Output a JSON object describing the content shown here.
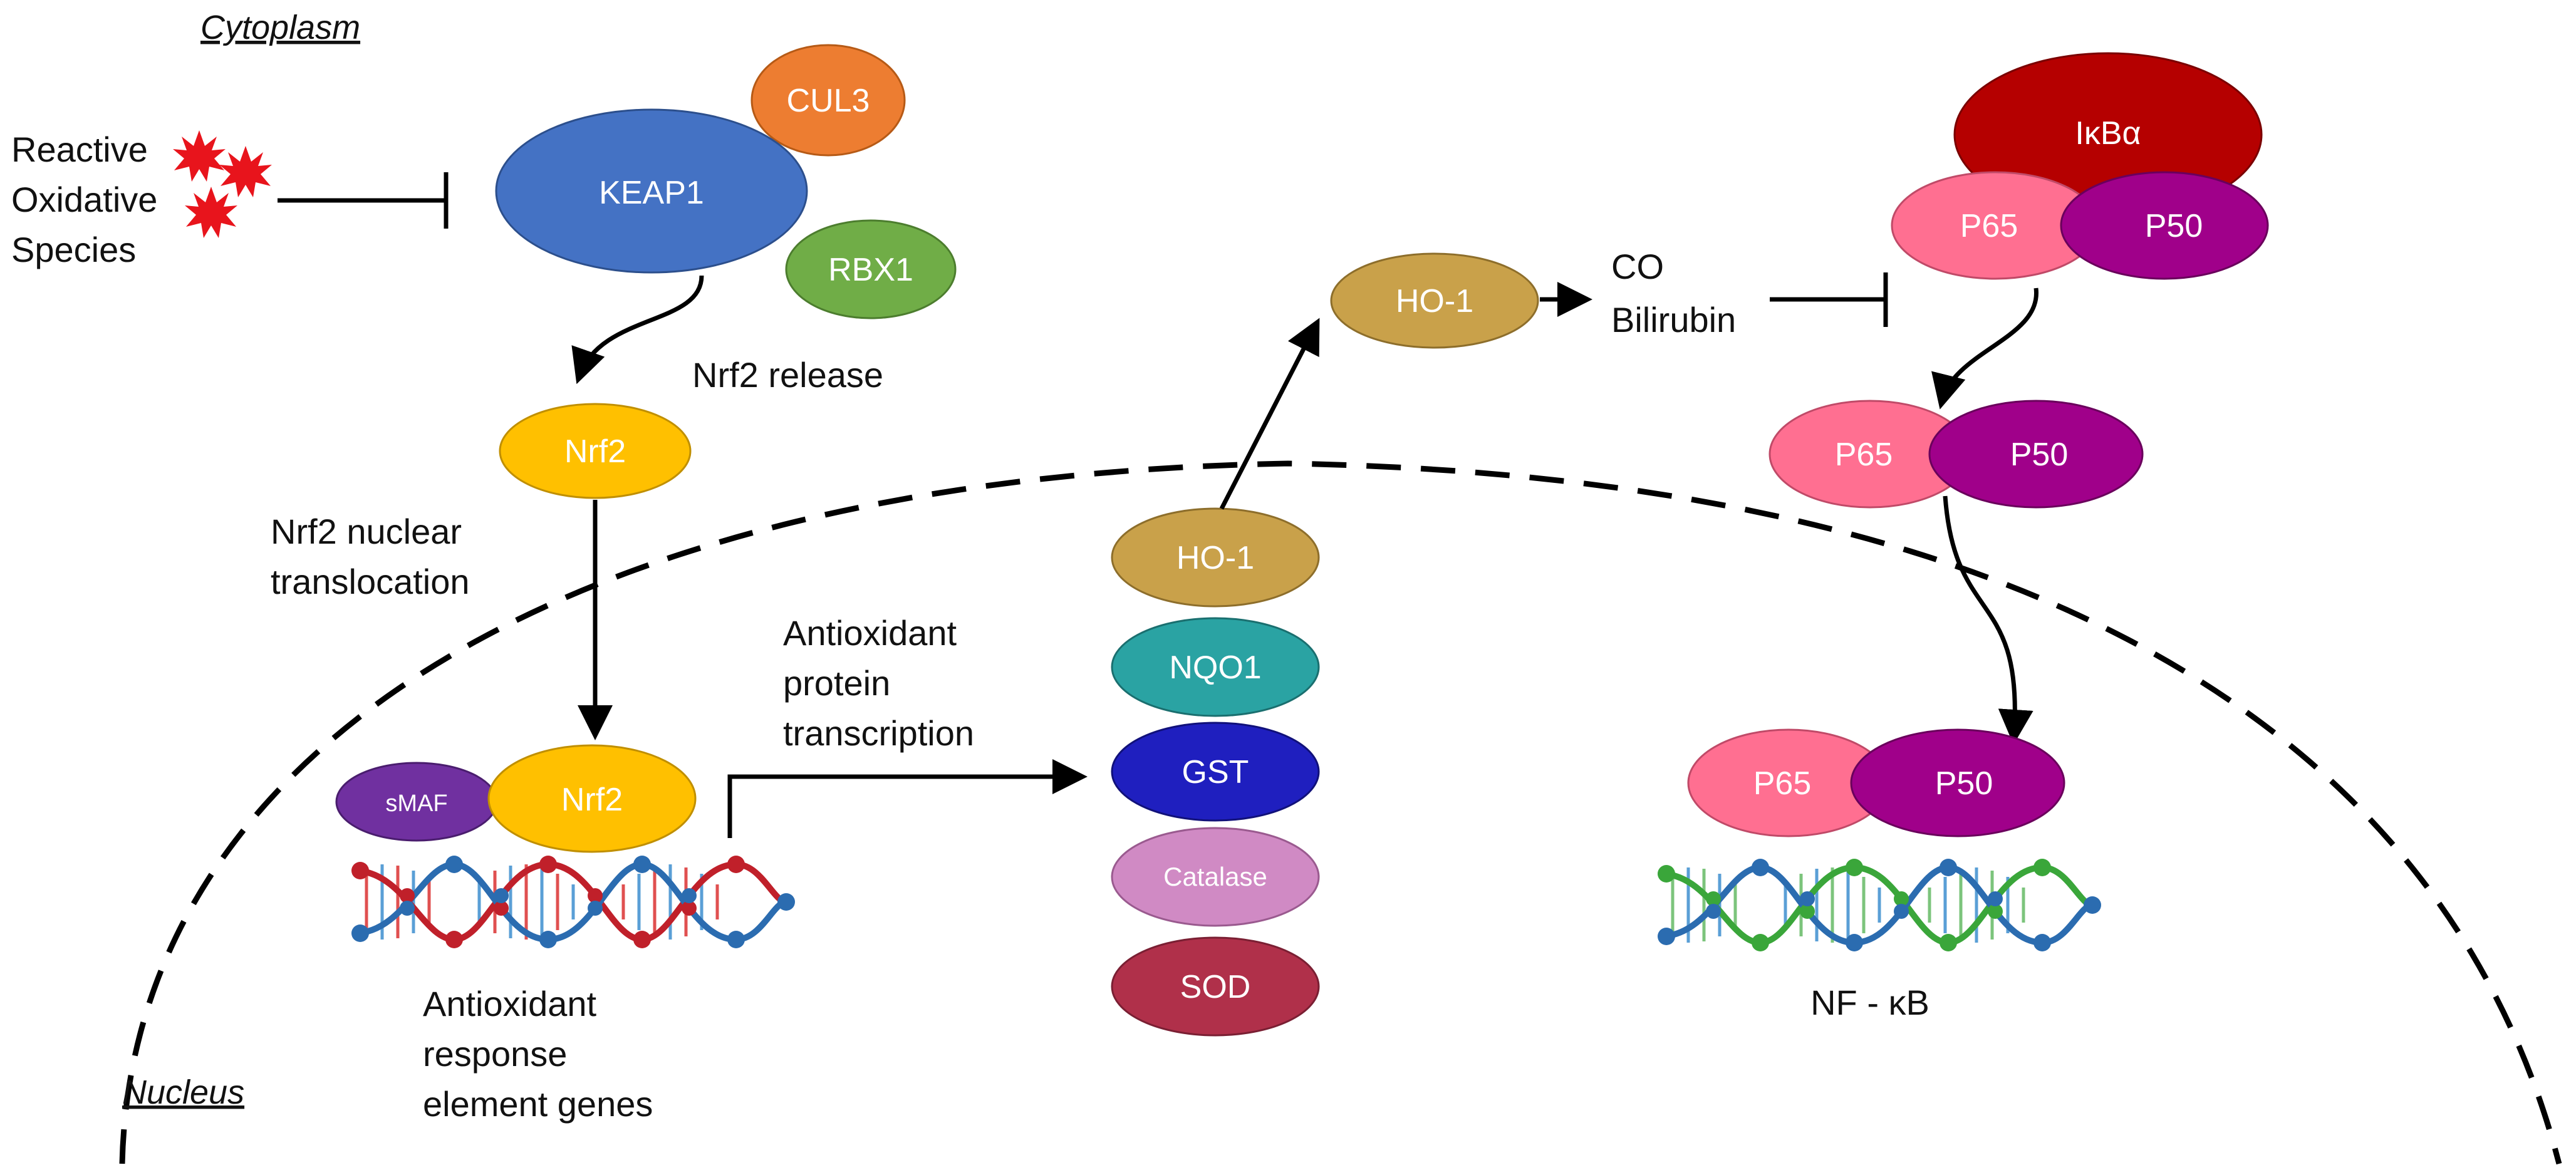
{
  "regions": {
    "cytoplasm": "Cytoplasm",
    "nucleus": "Nucleus"
  },
  "ros": {
    "line1": "Reactive",
    "line2": "Oxidative",
    "line3": "Species"
  },
  "proteins": {
    "cul3": "CUL3",
    "keap1": "KEAP1",
    "rbx1": "RBX1",
    "nrf2_cyto": "Nrf2",
    "smaf": "sMAF",
    "nrf2_nuc": "Nrf2",
    "ho1_upper": "HO-1",
    "ho1_stack": "HO-1",
    "nqo1": "NQO1",
    "gst": "GST",
    "catalase": "Catalase",
    "sod": "SOD",
    "ikba": "IκBα",
    "p65_top": "P65",
    "p50_top": "P50",
    "p65_mid": "P65",
    "p50_mid": "P50",
    "p65_low": "P65",
    "p50_low": "P50"
  },
  "labels": {
    "nrf2_release": "Nrf2 release",
    "nrf2_nuclear_1": "Nrf2 nuclear",
    "nrf2_nuclear_2": "translocation",
    "antiox_prot_1": "Antioxidant",
    "antiox_prot_2": "protein",
    "antiox_prot_3": "transcription",
    "are_1": "Antioxidant",
    "are_2": "response",
    "are_3": "element genes",
    "co": "CO",
    "bilirubin": "Bilirubin",
    "nfkb": "NF - κB"
  },
  "colors": {
    "keap1": "#4472c4",
    "cul3": "#ed7d31",
    "rbx1": "#70ad47",
    "nrf2": "#ffc000",
    "smaf": "#7030a0",
    "ho1": "#c9a14a",
    "nqo1": "#2aa3a3",
    "gst": "#1f1fbf",
    "catalase": "#d08ac4",
    "sod": "#b0304a",
    "ikba": "#b50000",
    "p65": "#ff6f91",
    "p50": "#a0008a",
    "ros": "#e8141c"
  }
}
